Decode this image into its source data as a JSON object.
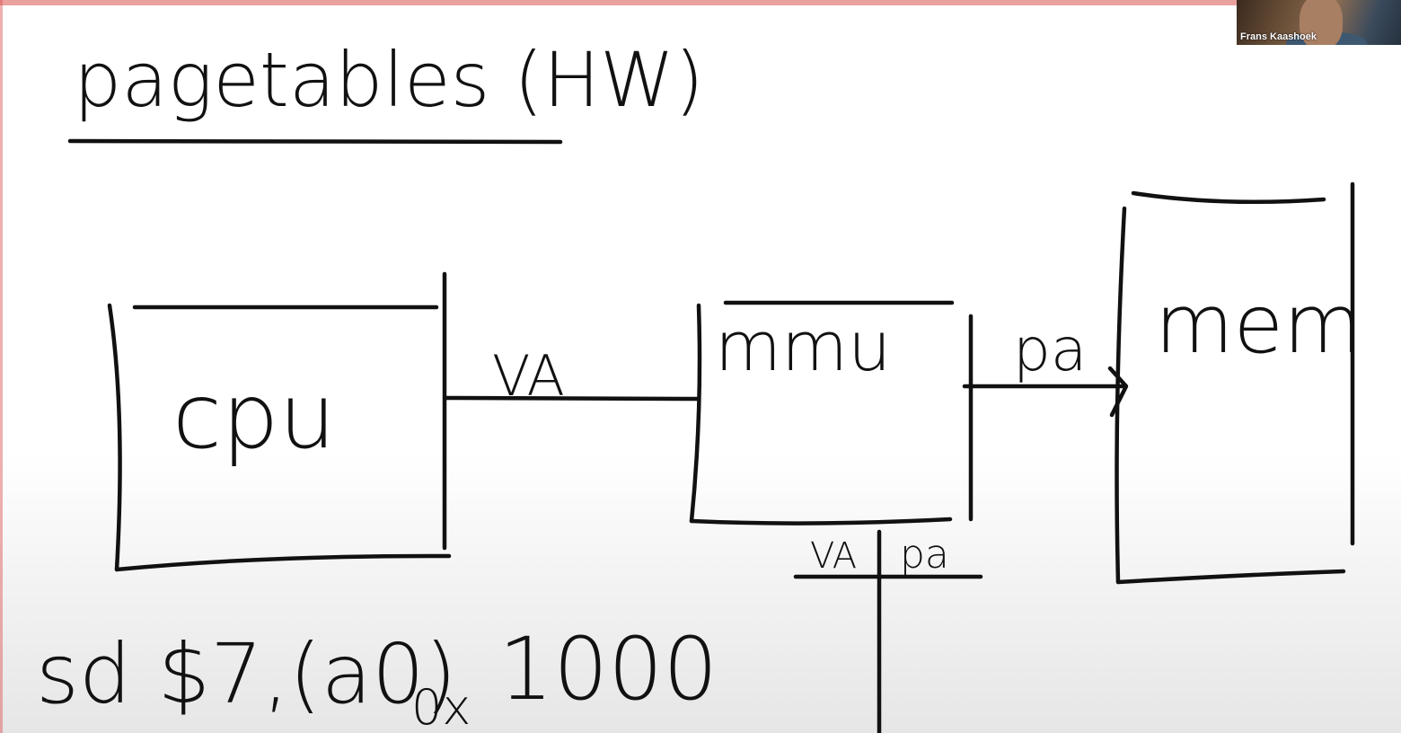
{
  "whiteboard": {
    "title": "pagetables (HW)",
    "boxes": {
      "cpu_label": "cpu",
      "mmu_label": "mmu",
      "mem_label": "mem"
    },
    "arrows": {
      "va_label": "VA",
      "pa_label": "pa"
    },
    "table_headers": {
      "va": "VA",
      "pa": "pa"
    },
    "instruction": {
      "text": "sd $7,(a0)",
      "subscript": "0x",
      "value": "1000"
    }
  },
  "video": {
    "participant_name": "Frans Kaashoek"
  }
}
